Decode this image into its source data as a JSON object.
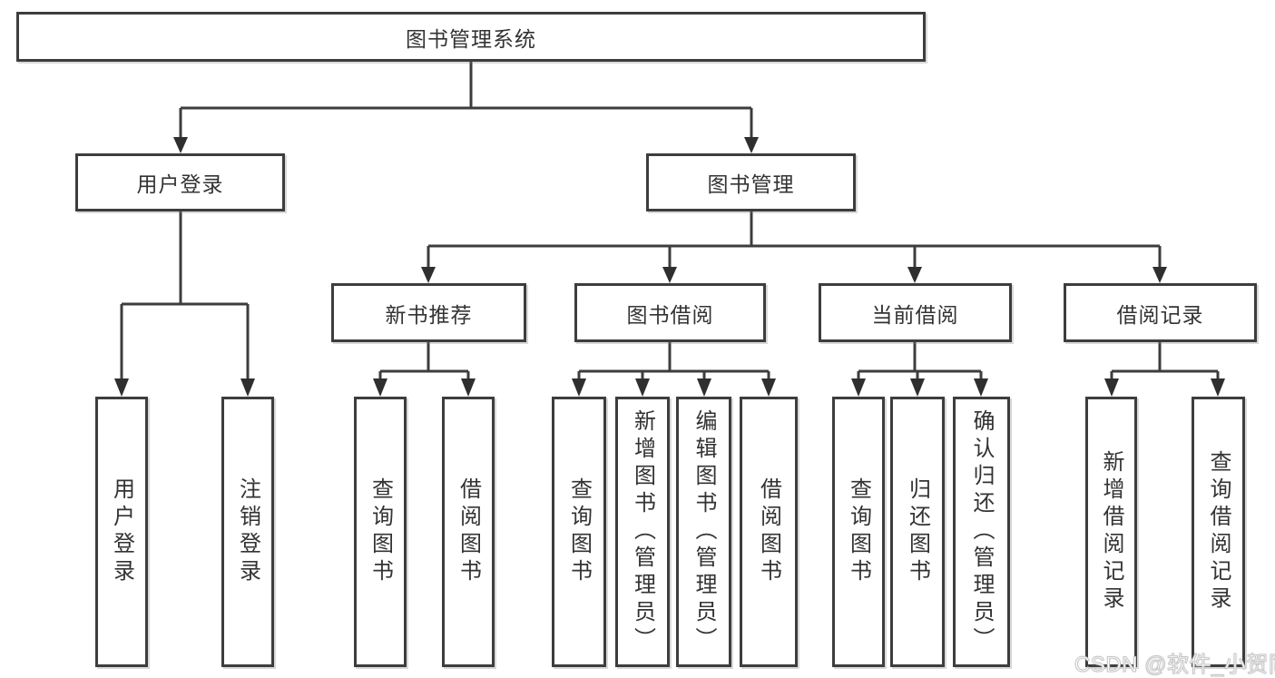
{
  "diagram": {
    "root": {
      "label": "图书管理系统"
    },
    "branches": [
      {
        "label": "用户登录",
        "children": [
          {
            "label": "用户登录"
          },
          {
            "label": "注销登录"
          }
        ]
      },
      {
        "label": "图书管理",
        "children": [
          {
            "label": "新书推荐",
            "children": [
              {
                "label": "查询图书"
              },
              {
                "label": "借阅图书"
              }
            ]
          },
          {
            "label": "图书借阅",
            "children": [
              {
                "label": "查询图书"
              },
              {
                "label": "新增图书（管理员）"
              },
              {
                "label": "编辑图书（管理员）"
              },
              {
                "label": "借阅图书"
              }
            ]
          },
          {
            "label": "当前借阅",
            "children": [
              {
                "label": "查询图书"
              },
              {
                "label": "归还图书"
              },
              {
                "label": "确认归还（管理员）"
              }
            ]
          },
          {
            "label": "借阅记录",
            "children": [
              {
                "label": "新增借阅记录"
              },
              {
                "label": "查询借阅记录"
              }
            ]
          }
        ]
      }
    ]
  },
  "watermark": {
    "text": "CSDN @软件_小贺同学"
  },
  "colors": {
    "line": "#3d3d3d",
    "box_border": "#3d3d3d",
    "text": "#333333",
    "box_bg": "#ffffff",
    "background": "#ffffff",
    "watermark_text": "#ffffff"
  }
}
